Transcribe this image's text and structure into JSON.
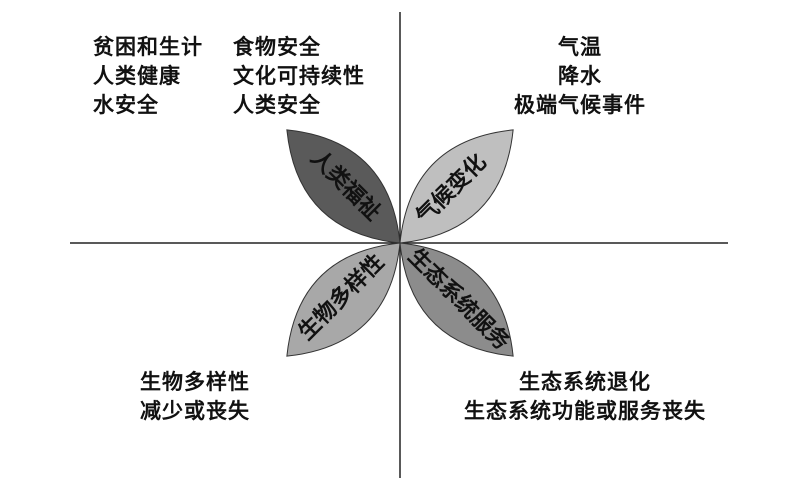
{
  "quadrants": {
    "top_left": {
      "col1": [
        "贫困和生计",
        "人类健康",
        "水安全"
      ],
      "col2": [
        "食物安全",
        "文化可持续性",
        "人类安全"
      ]
    },
    "top_right": [
      "气温",
      "降水",
      "极端气候事件"
    ],
    "bottom_left": [
      "生物多样性",
      "减少或丧失"
    ],
    "bottom_right": [
      "生态系统退化",
      "生态系统功能或服务丧失"
    ]
  },
  "leaves": {
    "human_wellbeing": {
      "label": "人类福祉",
      "color": "#5a5a5a"
    },
    "climate_change": {
      "label": "气候变化",
      "color": "#bfbfbf"
    },
    "biodiversity": {
      "label": "生物多样性",
      "color": "#a8a8a8"
    },
    "ecosystem_services": {
      "label": "生态系统服务",
      "color": "#8c8c8c"
    }
  }
}
